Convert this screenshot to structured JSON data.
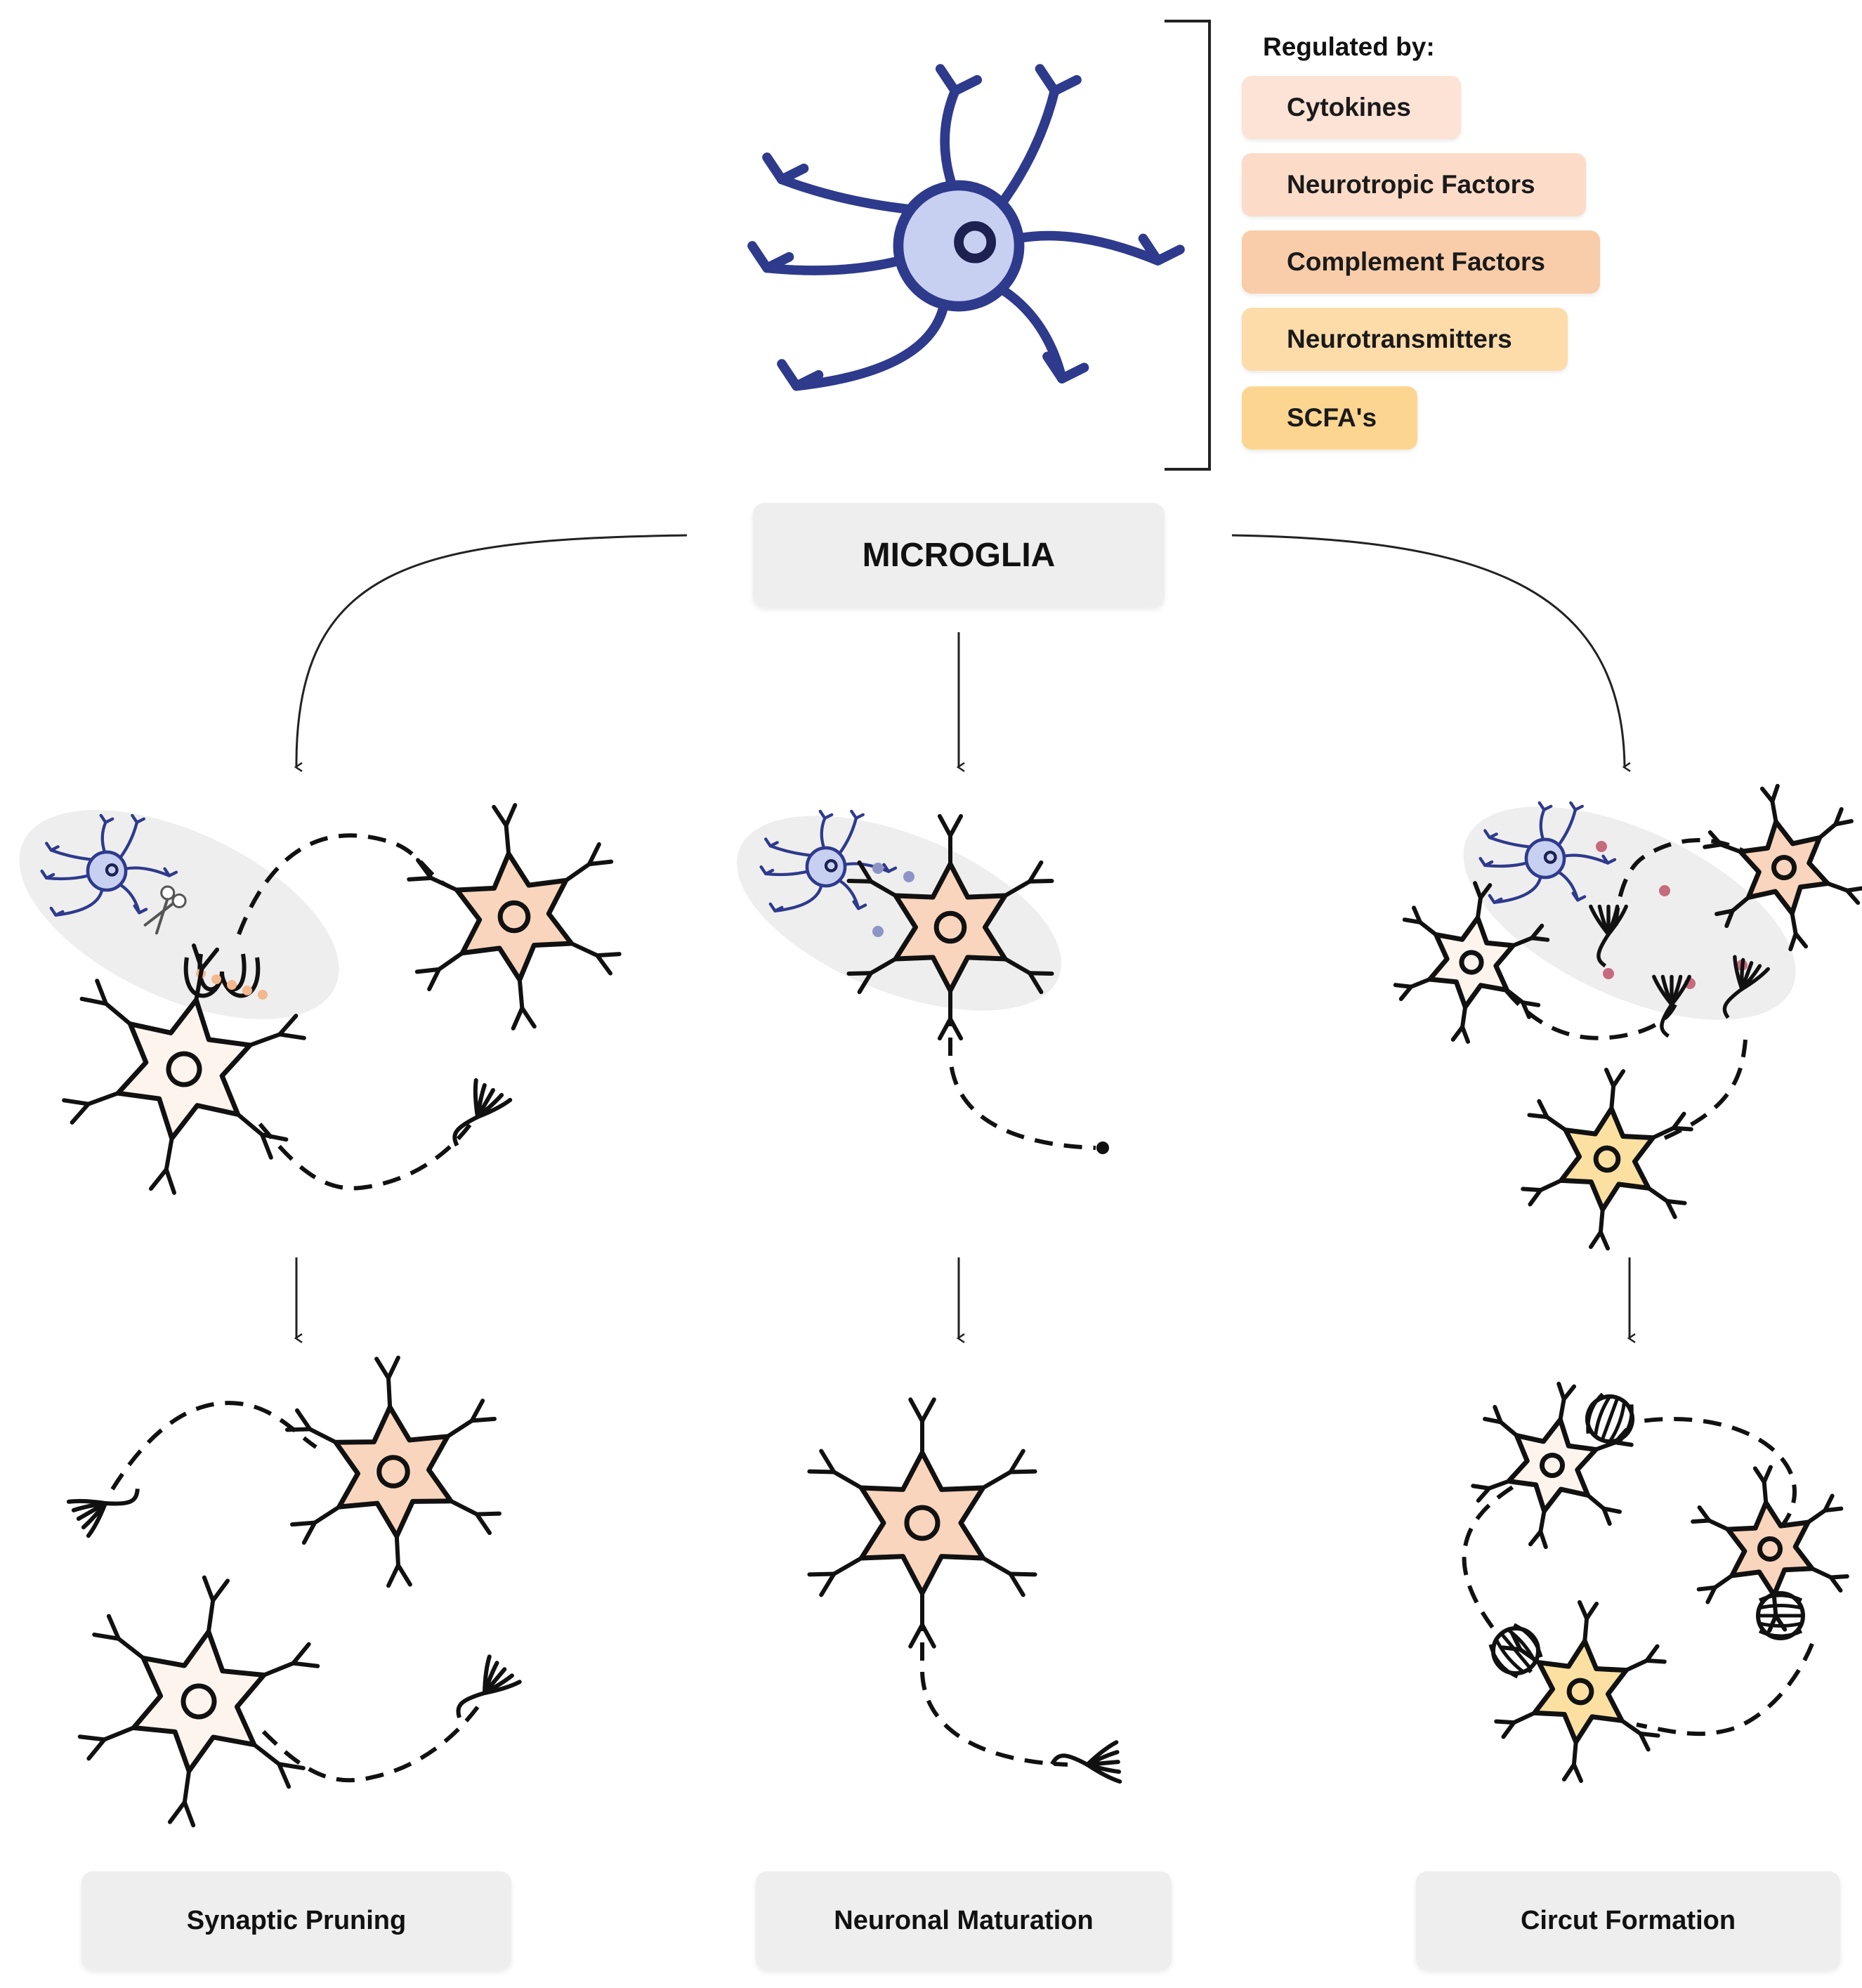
{
  "regulation": {
    "title": "Regulated by:",
    "factors": [
      {
        "label": "Cytokines",
        "color": "#fce3d6"
      },
      {
        "label": "Neurotropic Factors",
        "color": "#fcdcc9"
      },
      {
        "label": "Complement Factors",
        "color": "#f9cda9"
      },
      {
        "label": "Neurotransmitters",
        "color": "#fddcaa"
      },
      {
        "label": "SCFA's",
        "color": "#fcd690"
      }
    ]
  },
  "center": {
    "label": "MICROGLIA"
  },
  "outcomes": [
    {
      "label": "Synaptic Pruning"
    },
    {
      "label": "Neuronal Maturation"
    },
    {
      "label": "Circut Formation"
    }
  ],
  "colors": {
    "microglia_stroke": "#2e3a8c",
    "microglia_body": "#c8d0f2",
    "neuron_peach": "#f9d5bd",
    "neuron_cream": "#fdf4ee",
    "neuron_yellow": "#fbe0a2",
    "highlight": "#eeeeee",
    "signal_blue": "#8c95c6",
    "signal_red": "#c66a7e"
  }
}
